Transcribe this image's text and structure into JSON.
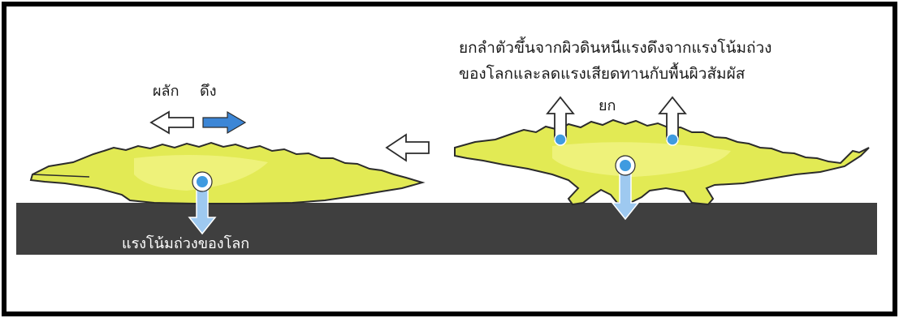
{
  "labels": {
    "top_caption_line1": "ยกลำตัวขึ้นจากผิวดินหนีแรงดึงจากแรงโน้มถ่วง",
    "top_caption_line2": "ของโลกและลดแรงเสียดทานกับพื้นผิวสัมผัส",
    "lift": "ยก",
    "push": "ผลัก",
    "pull": "ดึง",
    "gravity": "แรงโน้มถ่วงของโลก"
  },
  "colors": {
    "ground": "#3f3f3f",
    "crocodile_body": "#e2ea54",
    "crocodile_highlight": "#f3f58a",
    "force_arrow_blue": "#9ec9f0",
    "pull_arrow_blue": "#3c86d6",
    "point_blue": "#3f9be0",
    "outline": "#2b2b2b",
    "border": "#000000"
  },
  "icons": [
    "push-arrow-icon",
    "pull-arrow-icon",
    "direction-arrow-icon",
    "lift-arrow-icon",
    "gravity-arrow-icon"
  ]
}
